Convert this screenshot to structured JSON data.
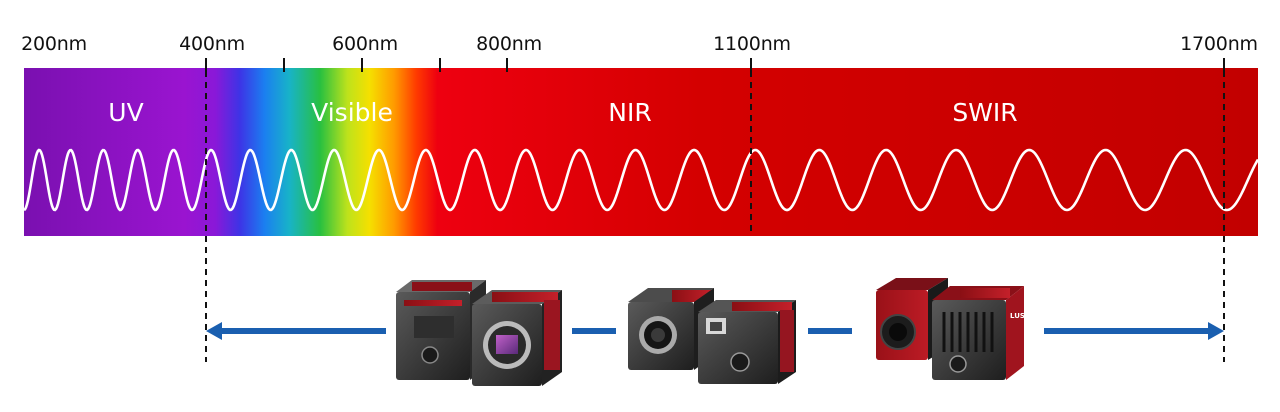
{
  "scale": {
    "labels": [
      "200nm",
      "400nm",
      "600nm",
      "800nm",
      "1100nm",
      "1700nm"
    ]
  },
  "bands": {
    "uv": "UV",
    "visible": "Visible",
    "nir": "NIR",
    "swir": "SWIR"
  },
  "colors": {
    "uv": "#8a10c8",
    "nir": "#d00000",
    "swir": "#c40000",
    "arrow": "#1a5fb0",
    "wave": "#ffffff"
  },
  "icons": {
    "camera_uv_vis": "industrial-camera-icon",
    "camera_nir": "industrial-camera-icon",
    "camera_swir": "swir-camera-icon"
  },
  "camera_brand": "LUSTER"
}
